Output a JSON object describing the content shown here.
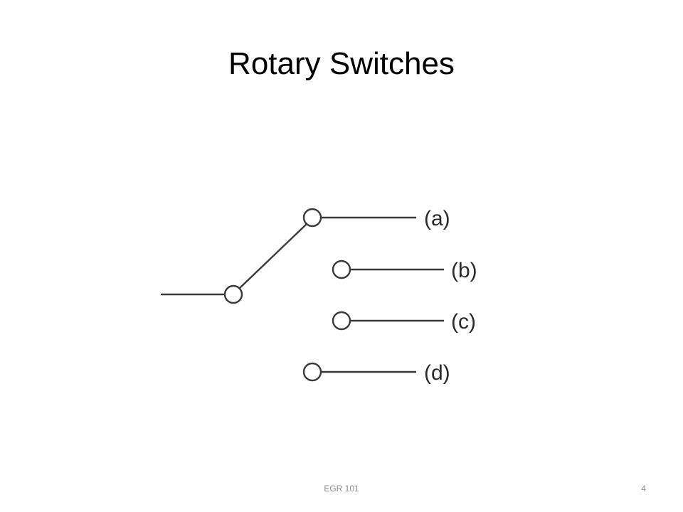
{
  "slide": {
    "title": "Rotary Switches",
    "footer_course": "EGR 101",
    "page_number": "4"
  },
  "diagram": {
    "positions": [
      {
        "label": "(a)",
        "selected": true
      },
      {
        "label": "(b)",
        "selected": false
      },
      {
        "label": "(c)",
        "selected": false
      },
      {
        "label": "(d)",
        "selected": false
      }
    ]
  },
  "colors": {
    "line": "#3a3a3a",
    "label": "#2a2a2a",
    "footer": "#8c8c8c"
  }
}
